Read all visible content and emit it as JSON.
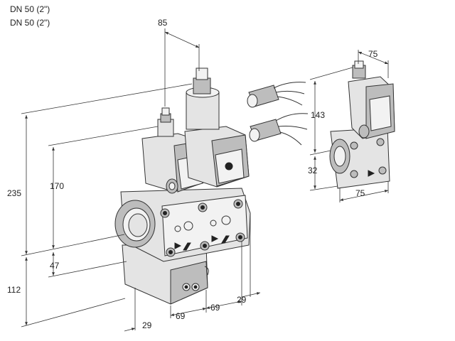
{
  "header": {
    "line1": "DN 50 (2\")",
    "line2": "DN 50 (2\")"
  },
  "dimensions": {
    "width_top": "85",
    "height_total": "235",
    "height_upper": "170",
    "height_lower": "112",
    "height_bottom": "47",
    "spacing_a": "69",
    "spacing_b": "69",
    "offset_left": "29",
    "offset_right": "29",
    "small_width_top": "75",
    "small_height": "143",
    "small_offset": "32",
    "small_width_bottom": "75"
  }
}
